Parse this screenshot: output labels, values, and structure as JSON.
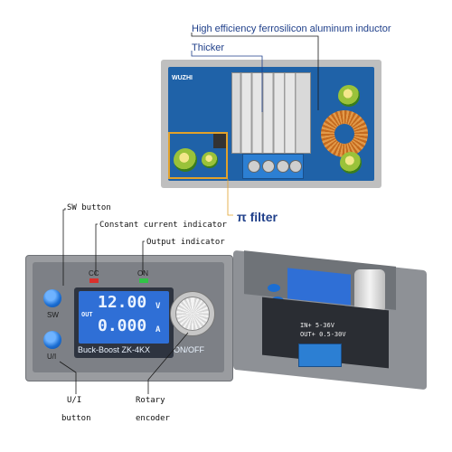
{
  "annotations": {
    "inductor": "High efficiency ferrosilicon aluminum inductor",
    "thicker": "Thicker",
    "pi_filter": "π filter",
    "sw_button": "SW button",
    "cc_indicator": "Constant current indicator",
    "output_indicator": "Output indicator",
    "ui_label": "U/I",
    "button_label": "button",
    "rotary_label": "Rotary",
    "encoder_label": "encoder"
  },
  "pcb": {
    "brand": "WUZHI"
  },
  "module": {
    "cc_label": "CC",
    "on_label": "ON",
    "sw_button_label": "SW",
    "ui_button_label": "U/I",
    "voltage_value": "12.00",
    "voltage_unit": "V",
    "current_value": "0.000",
    "current_unit": "A",
    "out_label": "OUT",
    "model": "Buck-Boost ZK-4KX",
    "on_off_label": "ON/OFF"
  },
  "angled_module": {
    "terminal_label_1": "IN+ 5-36V",
    "terminal_label_2": "OUT+ 0.5-30V"
  },
  "colors": {
    "accent_blue": "#1f3f8a",
    "lcd_blue": "#2f6fd6",
    "button_blue": "#1b6ed3",
    "cc_led": "#d9302c",
    "on_led": "#31c447",
    "pi_box": "#e2a12a"
  }
}
